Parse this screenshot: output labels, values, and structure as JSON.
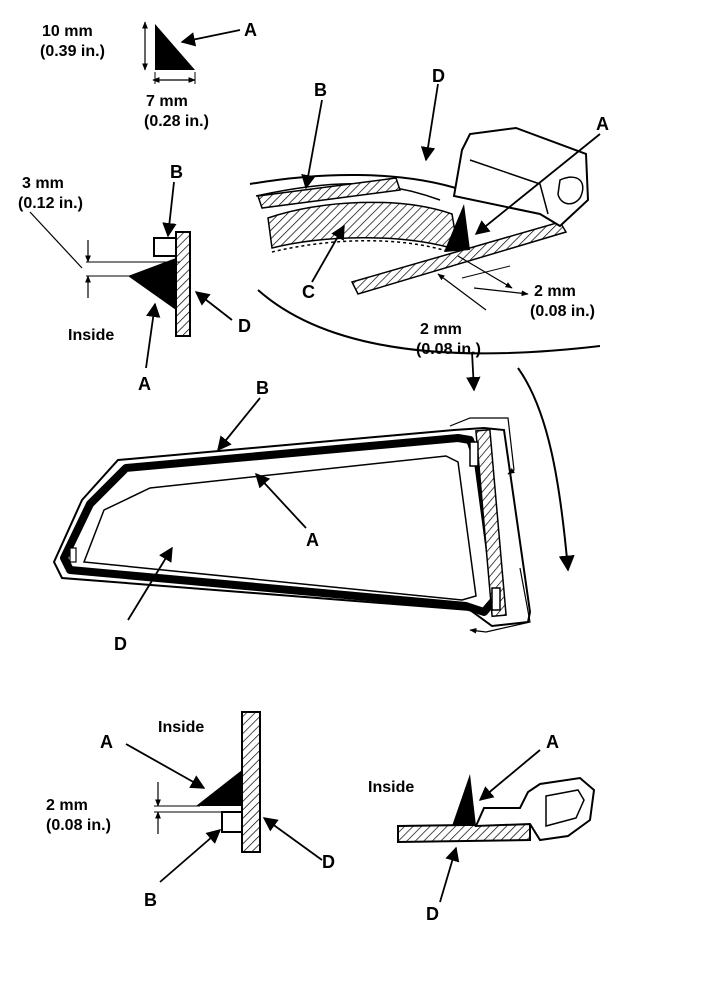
{
  "labels": {
    "a": "A",
    "b": "B",
    "c": "C",
    "d": "D",
    "inside": "Inside"
  },
  "dimensions": {
    "height_mm": "10 mm",
    "height_in": "(0.39 in.)",
    "width_mm": "7 mm",
    "width_in": "(0.28 in.)",
    "offset3_mm": "3 mm",
    "offset3_in": "(0.12 in.)",
    "gap2_mm": "2 mm",
    "gap2_in": "(0.08 in.)"
  },
  "colors": {
    "ink": "#000000",
    "paper": "#ffffff"
  }
}
